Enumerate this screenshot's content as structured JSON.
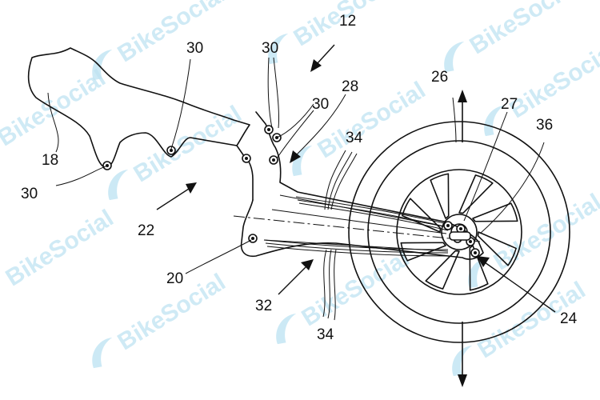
{
  "watermark": {
    "text": "BikeSocial",
    "color": "#bfe3f2",
    "logo_icon": "bikesocial-swoosh-icon"
  },
  "reference_numerals": [
    {
      "id": "12",
      "text": "12"
    },
    {
      "id": "30a",
      "text": "30"
    },
    {
      "id": "30b",
      "text": "30"
    },
    {
      "id": "30c",
      "text": "30"
    },
    {
      "id": "30d",
      "text": "30"
    },
    {
      "id": "28",
      "text": "28"
    },
    {
      "id": "26",
      "text": "26"
    },
    {
      "id": "27",
      "text": "27"
    },
    {
      "id": "36",
      "text": "36"
    },
    {
      "id": "34a",
      "text": "34"
    },
    {
      "id": "18",
      "text": "18"
    },
    {
      "id": "22",
      "text": "22"
    },
    {
      "id": "20",
      "text": "20"
    },
    {
      "id": "32",
      "text": "32"
    },
    {
      "id": "34b",
      "text": "34"
    },
    {
      "id": "24",
      "text": "24"
    }
  ]
}
